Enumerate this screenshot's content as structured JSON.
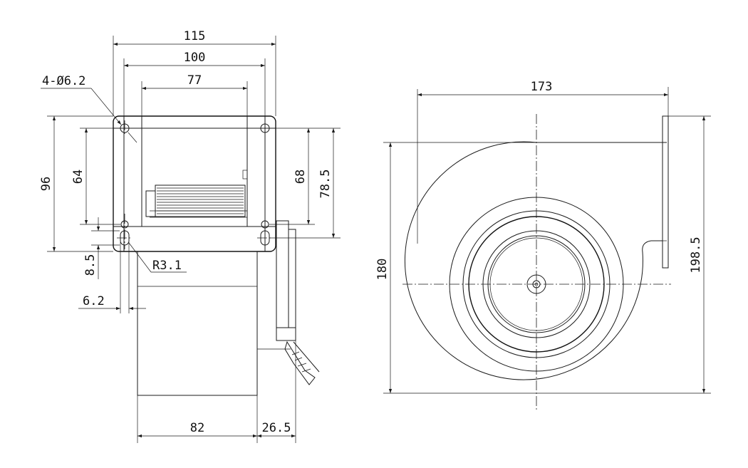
{
  "dimensions": {
    "width_115": "115",
    "width_100": "100",
    "width_77": "77",
    "holes": "4-Ø6.2",
    "height_96": "96",
    "height_64": "64",
    "height_68": "68",
    "height_78_5": "78.5",
    "slot_8_5": "8.5",
    "radius_r3_1": "R3.1",
    "slot_6_2": "6.2",
    "depth_82": "82",
    "depth_26_5": "26.5",
    "width_173": "173",
    "height_180": "180",
    "height_198_5": "198.5"
  }
}
